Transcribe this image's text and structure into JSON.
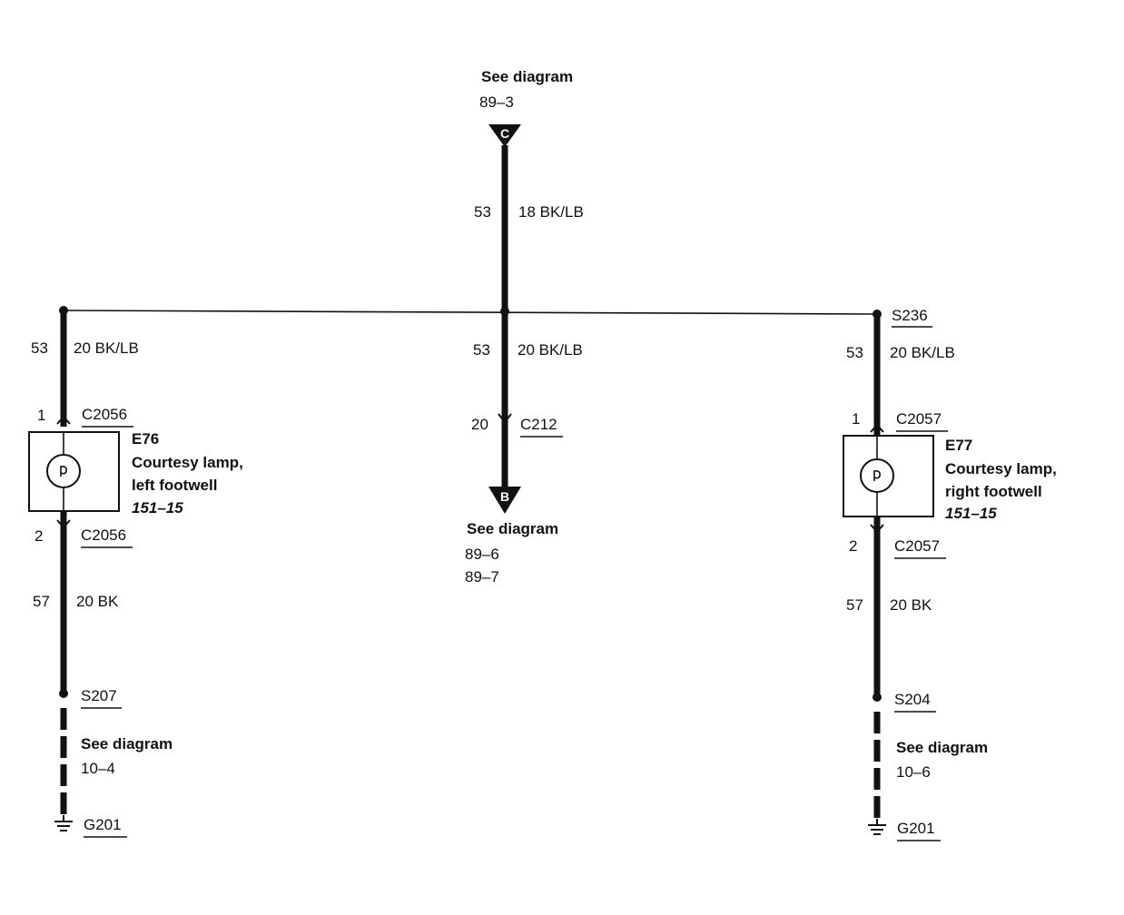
{
  "colors": {
    "line": "#111111",
    "background": "#ffffff"
  },
  "top": {
    "see_label": "See diagram",
    "ref": "89–3",
    "connector_letter": "C",
    "circuit": "53",
    "wire": "18 BK/LB"
  },
  "center_branch": {
    "circuit": "53",
    "wire": "20 BK/LB",
    "pin": "20",
    "connector": "C212",
    "connector_letter": "B",
    "see_label": "See diagram",
    "refs": [
      "89–6",
      "89–7"
    ]
  },
  "left_branch": {
    "circuit_top": "53",
    "wire_top": "20 BK/LB",
    "pin_top": "1",
    "connector_top": "C2056",
    "component_id": "E76",
    "component_name_1": "Courtesy lamp,",
    "component_name_2": "left footwell",
    "component_ref": "151–15",
    "pin_bottom": "2",
    "connector_bottom": "C2056",
    "circuit_bottom": "57",
    "wire_bottom": "20 BK",
    "splice": "S207",
    "see_label": "See diagram",
    "ref": "10–4",
    "ground": "G201"
  },
  "right_branch": {
    "splice_top": "S236",
    "circuit_top": "53",
    "wire_top": "20 BK/LB",
    "pin_top": "1",
    "connector_top": "C2057",
    "component_id": "E77",
    "component_name_1": "Courtesy lamp,",
    "component_name_2": "right footwell",
    "component_ref": "151–15",
    "pin_bottom": "2",
    "connector_bottom": "C2057",
    "circuit_bottom": "57",
    "wire_bottom": "20 BK",
    "splice": "S204",
    "see_label": "See diagram",
    "ref": "10–6",
    "ground": "G201"
  }
}
